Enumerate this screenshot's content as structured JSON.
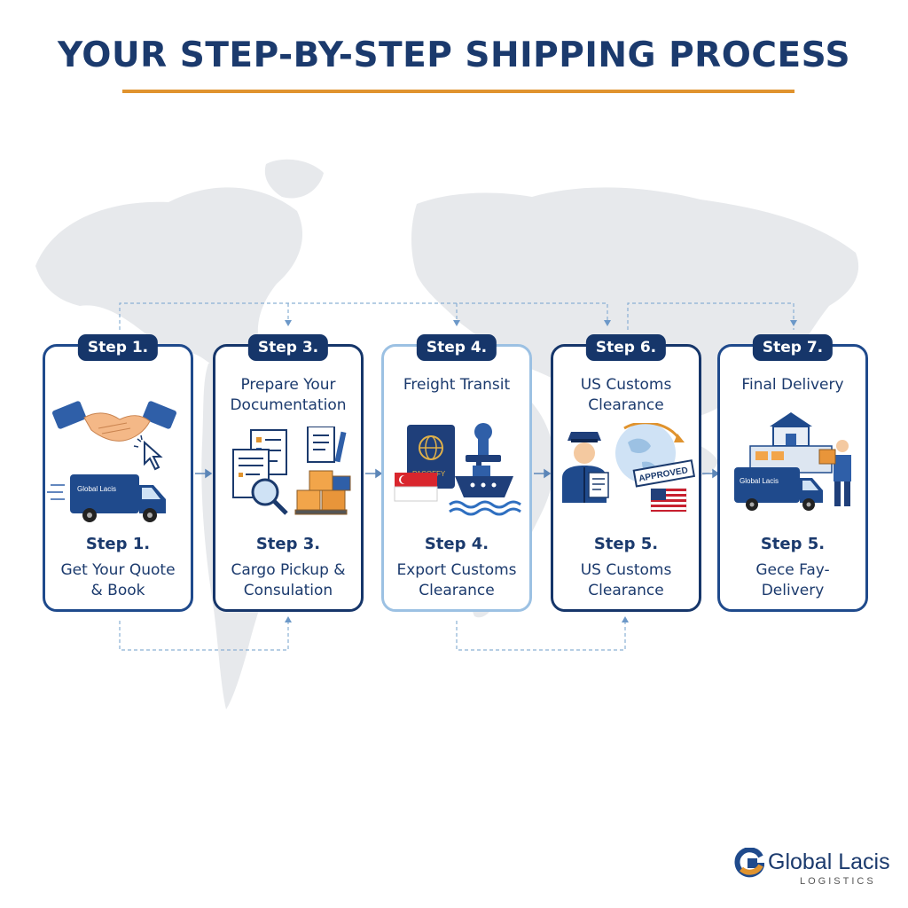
{
  "title": "YOUR STEP-BY-STEP SHIPPING PROCESS",
  "colors": {
    "navy": "#16366a",
    "accent_orange": "#e0932e",
    "light_border": "#9cc1e3",
    "map_grey": "#e4e6ea"
  },
  "steps": [
    {
      "badge": "Step 1.",
      "header": [],
      "illustration": [
        "handshake-icon",
        "cursor-icon",
        "delivery-van-icon"
      ],
      "van_text": "Global Lacis",
      "sub_step": "Step 1.",
      "label": [
        "Get Your Quote",
        "& Book"
      ]
    },
    {
      "badge": "Step 3.",
      "header": [
        "Prepare Your",
        "Documentation"
      ],
      "illustration": [
        "checklist-icon",
        "magnifier-icon",
        "document-pen-icon",
        "cargo-boxes-icon"
      ],
      "sub_step": "Step 3.",
      "label": [
        "Cargo Pickup &",
        "Consulation"
      ]
    },
    {
      "badge": "Step 4.",
      "header": [
        "Freight Transit"
      ],
      "illustration": [
        "passport-icon",
        "stamp-icon",
        "ship-icon",
        "singapore-flag-icon"
      ],
      "passport_text": "PACOFFY",
      "sub_step": "Step 4.",
      "label": [
        "Export Customs",
        "Clearance"
      ]
    },
    {
      "badge": "Step 6.",
      "header": [
        "US Customs",
        "Clearance"
      ],
      "illustration": [
        "customs-officer-icon",
        "globe-icon",
        "approved-stamp-icon",
        "us-flag-icon"
      ],
      "stamp_text": "APPROVED",
      "sub_step": "Step 5.",
      "label": [
        "US Customs",
        "Clearance"
      ]
    },
    {
      "badge": "Step 7.",
      "header": [
        "Final Delivery"
      ],
      "illustration": [
        "warehouse-icon",
        "delivery-van-icon",
        "courier-icon"
      ],
      "van_text": "Global Lacis",
      "sub_step": "Step 5.",
      "label": [
        "Gece Fay-",
        "Delivery"
      ]
    }
  ],
  "logo": {
    "name": "Global Lacis",
    "tagline": "LOGISTICS"
  }
}
